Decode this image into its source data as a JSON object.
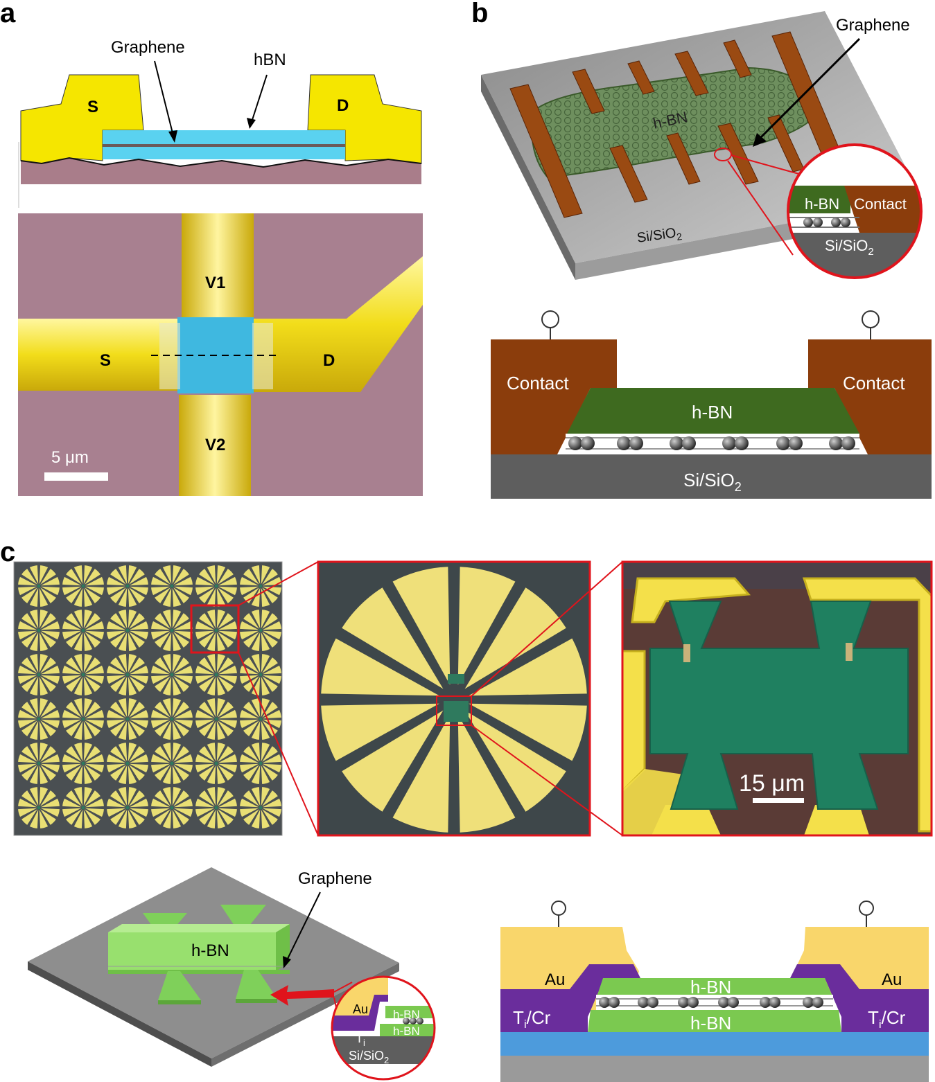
{
  "panels": {
    "a": {
      "label": "a",
      "schematic": {
        "graphene": "Graphene",
        "hbn": "hBN",
        "source": "S",
        "drain": "D"
      },
      "micrograph": {
        "v1": "V1",
        "v2": "V2",
        "source": "S",
        "drain": "D",
        "scalebar": "5 μm"
      }
    },
    "b": {
      "label": "b",
      "iso": {
        "graphene": "Graphene",
        "hbn": "h-BN",
        "substrate": "Si/SiO",
        "substrate_sub": "2"
      },
      "inset": {
        "hbn": "h-BN",
        "contact": "Contact",
        "substrate": "Si/SiO",
        "substrate_sub": "2"
      },
      "cross": {
        "contact_left": "Contact",
        "contact_right": "Contact",
        "hbn": "h-BN",
        "substrate": "Si/SiO",
        "substrate_sub": "2"
      }
    },
    "c": {
      "label": "c",
      "scalebar": "15 μm",
      "iso": {
        "graphene": "Graphene",
        "hbn": "h-BN"
      },
      "inset": {
        "au": "Au",
        "ti": "T",
        "ti_sub": "i",
        "hbn_top": "h-BN",
        "hbn_bottom": "h-BN",
        "substrate": "Si/SiO",
        "substrate_sub": "2"
      },
      "cross": {
        "au_left": "Au",
        "au_right": "Au",
        "ticr_left_a": "T",
        "ticr_left_sub": "i",
        "ticr_left_b": "/Cr",
        "ticr_right_a": "T",
        "ticr_right_sub": "i",
        "ticr_right_b": "/Cr",
        "hbn_top": "h-BN",
        "hbn_bottom": "h-BN"
      }
    }
  },
  "colors": {
    "gold": "#f5e600",
    "cyan": "#5ad2f0",
    "mauve": "#a97d8a",
    "brown": "#8b3d0c",
    "green_dark": "#3e6a1f",
    "gray_dark": "#5e5e5e",
    "red": "#e0141c",
    "au": "#f9d66b",
    "purple": "#6a2d9c",
    "hbn_green": "#7bc950",
    "blue": "#4d9bdc"
  }
}
